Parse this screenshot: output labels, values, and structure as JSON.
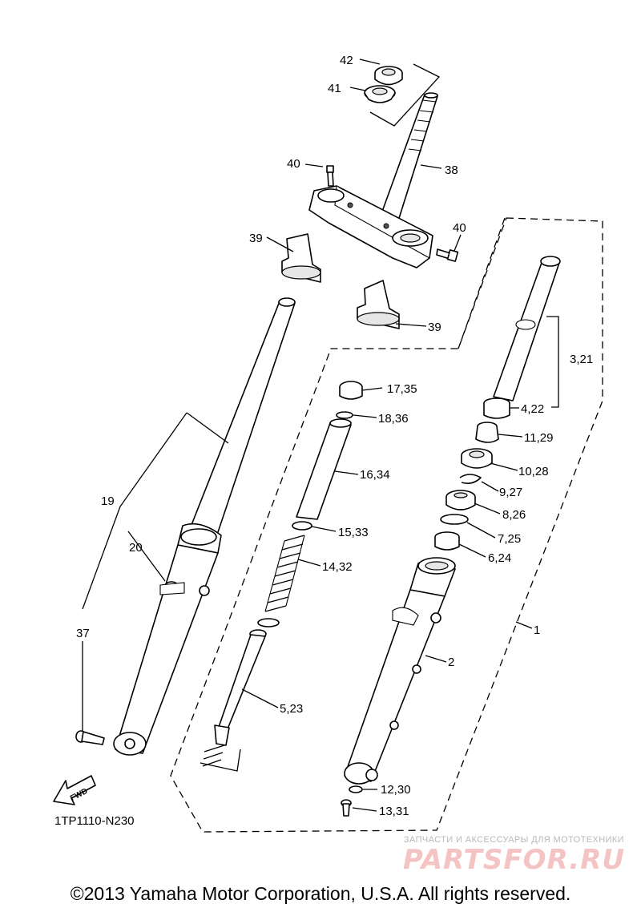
{
  "labels": {
    "l1": "1",
    "l2": "2",
    "l3_21": "3,21",
    "l4_22": "4,22",
    "l5_23": "5,23",
    "l6_24": "6,24",
    "l7_25": "7,25",
    "l8_26": "8,26",
    "l9_27": "9,27",
    "l10_28": "10,28",
    "l11_29": "11,29",
    "l12_30": "12,30",
    "l13_31": "13,31",
    "l14_32": "14,32",
    "l15_33": "15,33",
    "l16_34": "16,34",
    "l17_35": "17,35",
    "l18_36": "18,36",
    "l19": "19",
    "l20": "20",
    "l37": "37",
    "l38": "38",
    "l39a": "39",
    "l39b": "39",
    "l40a": "40",
    "l40b": "40",
    "l41": "41",
    "l42": "42"
  },
  "fwd_label": "FWD",
  "catalog_code": "1TP1110-N230",
  "watermark": {
    "tagline": "ЗАПЧАСТИ И АКСЕССУАРЫ ДЛЯ МОТОТЕХНИКИ",
    "logo_text": "PARTSFOR.RU"
  },
  "copyright": "©2013 Yamaha Motor Corporation, U.S.A. All rights reserved."
}
